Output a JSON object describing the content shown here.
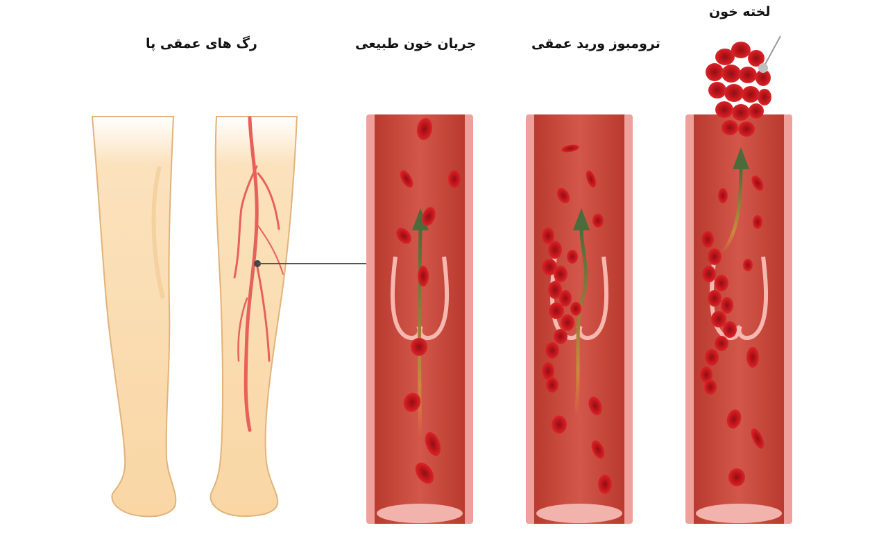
{
  "labels": {
    "deep_leg_veins": "رگ های عمقی پا",
    "normal_blood_flow": "جریان خون طبیعی",
    "deep_vein_thrombosis": "ترومبوز ورید عمقی",
    "blood_clot": "لخته خون"
  },
  "colors": {
    "skin": "#fbd9a8",
    "skin_shadow": "#f2c48a",
    "vein_wall": "#f0a09a",
    "vein_inner": "#c8473a",
    "blood_cell": "#c0161c",
    "arrow": "#4b6b3a",
    "leader_line": "#555555"
  }
}
